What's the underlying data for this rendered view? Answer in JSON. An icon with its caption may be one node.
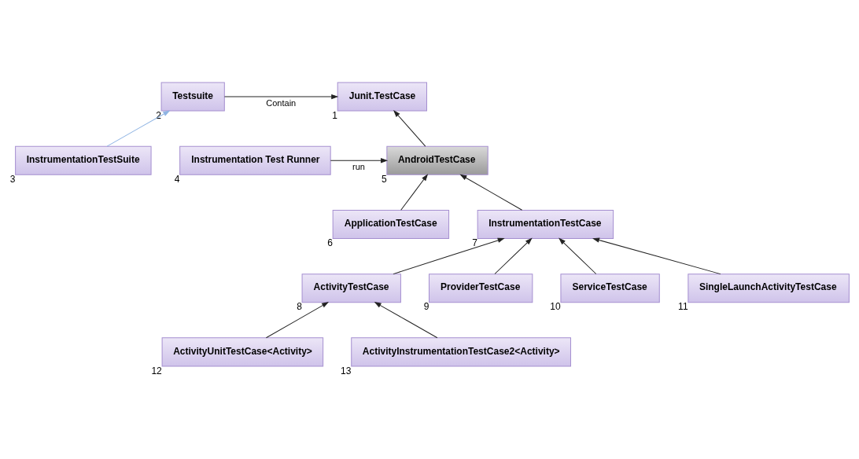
{
  "diagram": {
    "nodes": [
      {
        "text": [
          "Junit.TestCase"
        ],
        "beside": [
          "1"
        ]
      },
      {
        "text": [
          "Testsuite"
        ],
        "beside": [
          "2"
        ]
      },
      {
        "text": [
          "InstrumentationTestSuite"
        ],
        "beside": [
          "3"
        ]
      },
      {
        "text": [
          "Instrumentation Test Runner"
        ],
        "beside": [
          "4"
        ]
      },
      {
        "text": [
          "AndroidTestCase"
        ],
        "beside": [
          "5"
        ]
      },
      {
        "text": [
          "ApplicationTestCase"
        ],
        "beside": [
          "6"
        ]
      },
      {
        "text": [
          "InstrumentationTestCase"
        ],
        "beside": [
          "7"
        ]
      },
      {
        "text": [
          "ActivityTestCase"
        ],
        "beside": [
          "8"
        ]
      },
      {
        "text": [
          "ProviderTestCase"
        ],
        "beside": [
          "9"
        ]
      },
      {
        "text": [
          "ServiceTestCase"
        ],
        "beside": [
          "10"
        ]
      },
      {
        "text": [
          "SingleLaunchActivityTestCase"
        ],
        "beside": [
          "11"
        ]
      },
      {
        "text": [
          "ActivityUnitTestCase<Activity>"
        ],
        "beside": [
          "12"
        ]
      },
      {
        "text": [
          "ActivityInstrumentationTestCase2<Activity>"
        ],
        "beside": [
          "13"
        ]
      }
    ],
    "edges": [
      {
        "from": 1,
        "to": 0,
        "arrow": "to",
        "label": "Contain"
      },
      {
        "from": 2,
        "to": 1,
        "arrow": "to",
        "color": "#8fb4e3"
      },
      {
        "from": 3,
        "to": 4,
        "arrow": "to",
        "label": "run"
      },
      {
        "from": 4,
        "to": 0,
        "arrow": "to"
      },
      {
        "from": 5,
        "to": 4,
        "arrow": "to"
      },
      {
        "from": 6,
        "to": 4,
        "arrow": "to"
      },
      {
        "from": 7,
        "to": 6,
        "arrow": "to"
      },
      {
        "from": 8,
        "to": 6,
        "arrow": "to"
      },
      {
        "from": 9,
        "to": 6,
        "arrow": "to"
      },
      {
        "from": 10,
        "to": 6,
        "arrow": "to"
      },
      {
        "from": 11,
        "to": 7,
        "arrow": "to"
      },
      {
        "from": 12,
        "to": 7,
        "arrow": "to"
      }
    ]
  }
}
